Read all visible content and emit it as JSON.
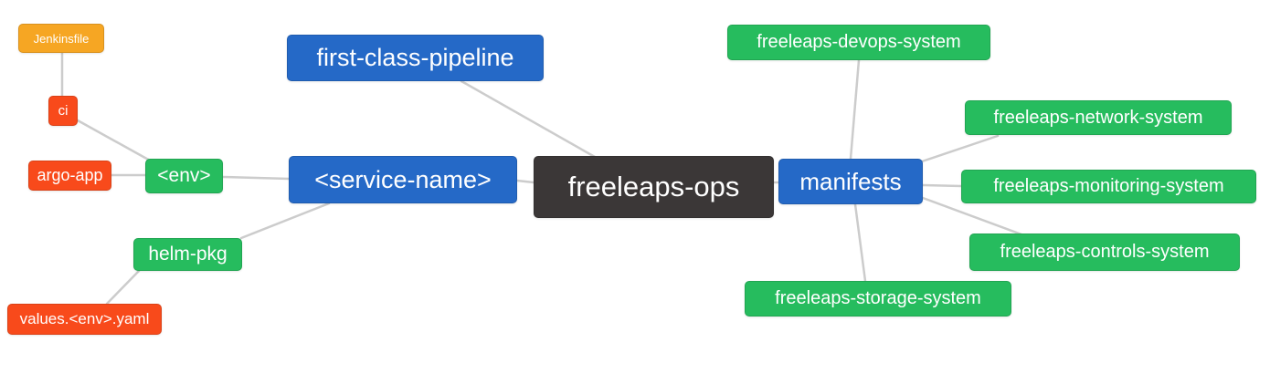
{
  "diagram": {
    "type": "mindmap",
    "root_label": "freeleaps-ops",
    "colors": {
      "blue": "#2569C7",
      "green": "#26BC5E",
      "red": "#F84A1B",
      "orange": "#F6A623",
      "dark": "#3B3737",
      "line": "#CCCCCC",
      "text": "#FFFFFF",
      "background": "#FFFFFF"
    },
    "nodes": [
      {
        "id": "jenkinsfile",
        "label": "Jenkinsfile",
        "color": "orange"
      },
      {
        "id": "ci",
        "label": "ci",
        "color": "red"
      },
      {
        "id": "argo-app",
        "label": "argo-app",
        "color": "red"
      },
      {
        "id": "env",
        "label": "<env>",
        "color": "green"
      },
      {
        "id": "first-class-pipeline",
        "label": "first-class-pipeline",
        "color": "blue"
      },
      {
        "id": "service-name",
        "label": "<service-name>",
        "color": "blue"
      },
      {
        "id": "freeleaps-ops",
        "label": "freeleaps-ops",
        "color": "dark"
      },
      {
        "id": "manifests",
        "label": "manifests",
        "color": "blue"
      },
      {
        "id": "helm-pkg",
        "label": "helm-pkg",
        "color": "green"
      },
      {
        "id": "values-env-yaml",
        "label": "values.<env>.yaml",
        "color": "red"
      },
      {
        "id": "devops-system",
        "label": "freeleaps-devops-system",
        "color": "green"
      },
      {
        "id": "network-system",
        "label": "freeleaps-network-system",
        "color": "green"
      },
      {
        "id": "monitoring-system",
        "label": "freeleaps-monitoring-system",
        "color": "green"
      },
      {
        "id": "controls-system",
        "label": "freeleaps-controls-system",
        "color": "green"
      },
      {
        "id": "storage-system",
        "label": "freeleaps-storage-system",
        "color": "green"
      }
    ],
    "edges": [
      {
        "from": "jenkinsfile",
        "to": "ci"
      },
      {
        "from": "ci",
        "to": "env"
      },
      {
        "from": "argo-app",
        "to": "env"
      },
      {
        "from": "env",
        "to": "service-name"
      },
      {
        "from": "service-name",
        "to": "helm-pkg"
      },
      {
        "from": "helm-pkg",
        "to": "values-env-yaml"
      },
      {
        "from": "service-name",
        "to": "freeleaps-ops"
      },
      {
        "from": "first-class-pipeline",
        "to": "freeleaps-ops"
      },
      {
        "from": "freeleaps-ops",
        "to": "manifests"
      },
      {
        "from": "manifests",
        "to": "devops-system"
      },
      {
        "from": "manifests",
        "to": "network-system"
      },
      {
        "from": "manifests",
        "to": "monitoring-system"
      },
      {
        "from": "manifests",
        "to": "controls-system"
      },
      {
        "from": "manifests",
        "to": "storage-system"
      }
    ]
  }
}
